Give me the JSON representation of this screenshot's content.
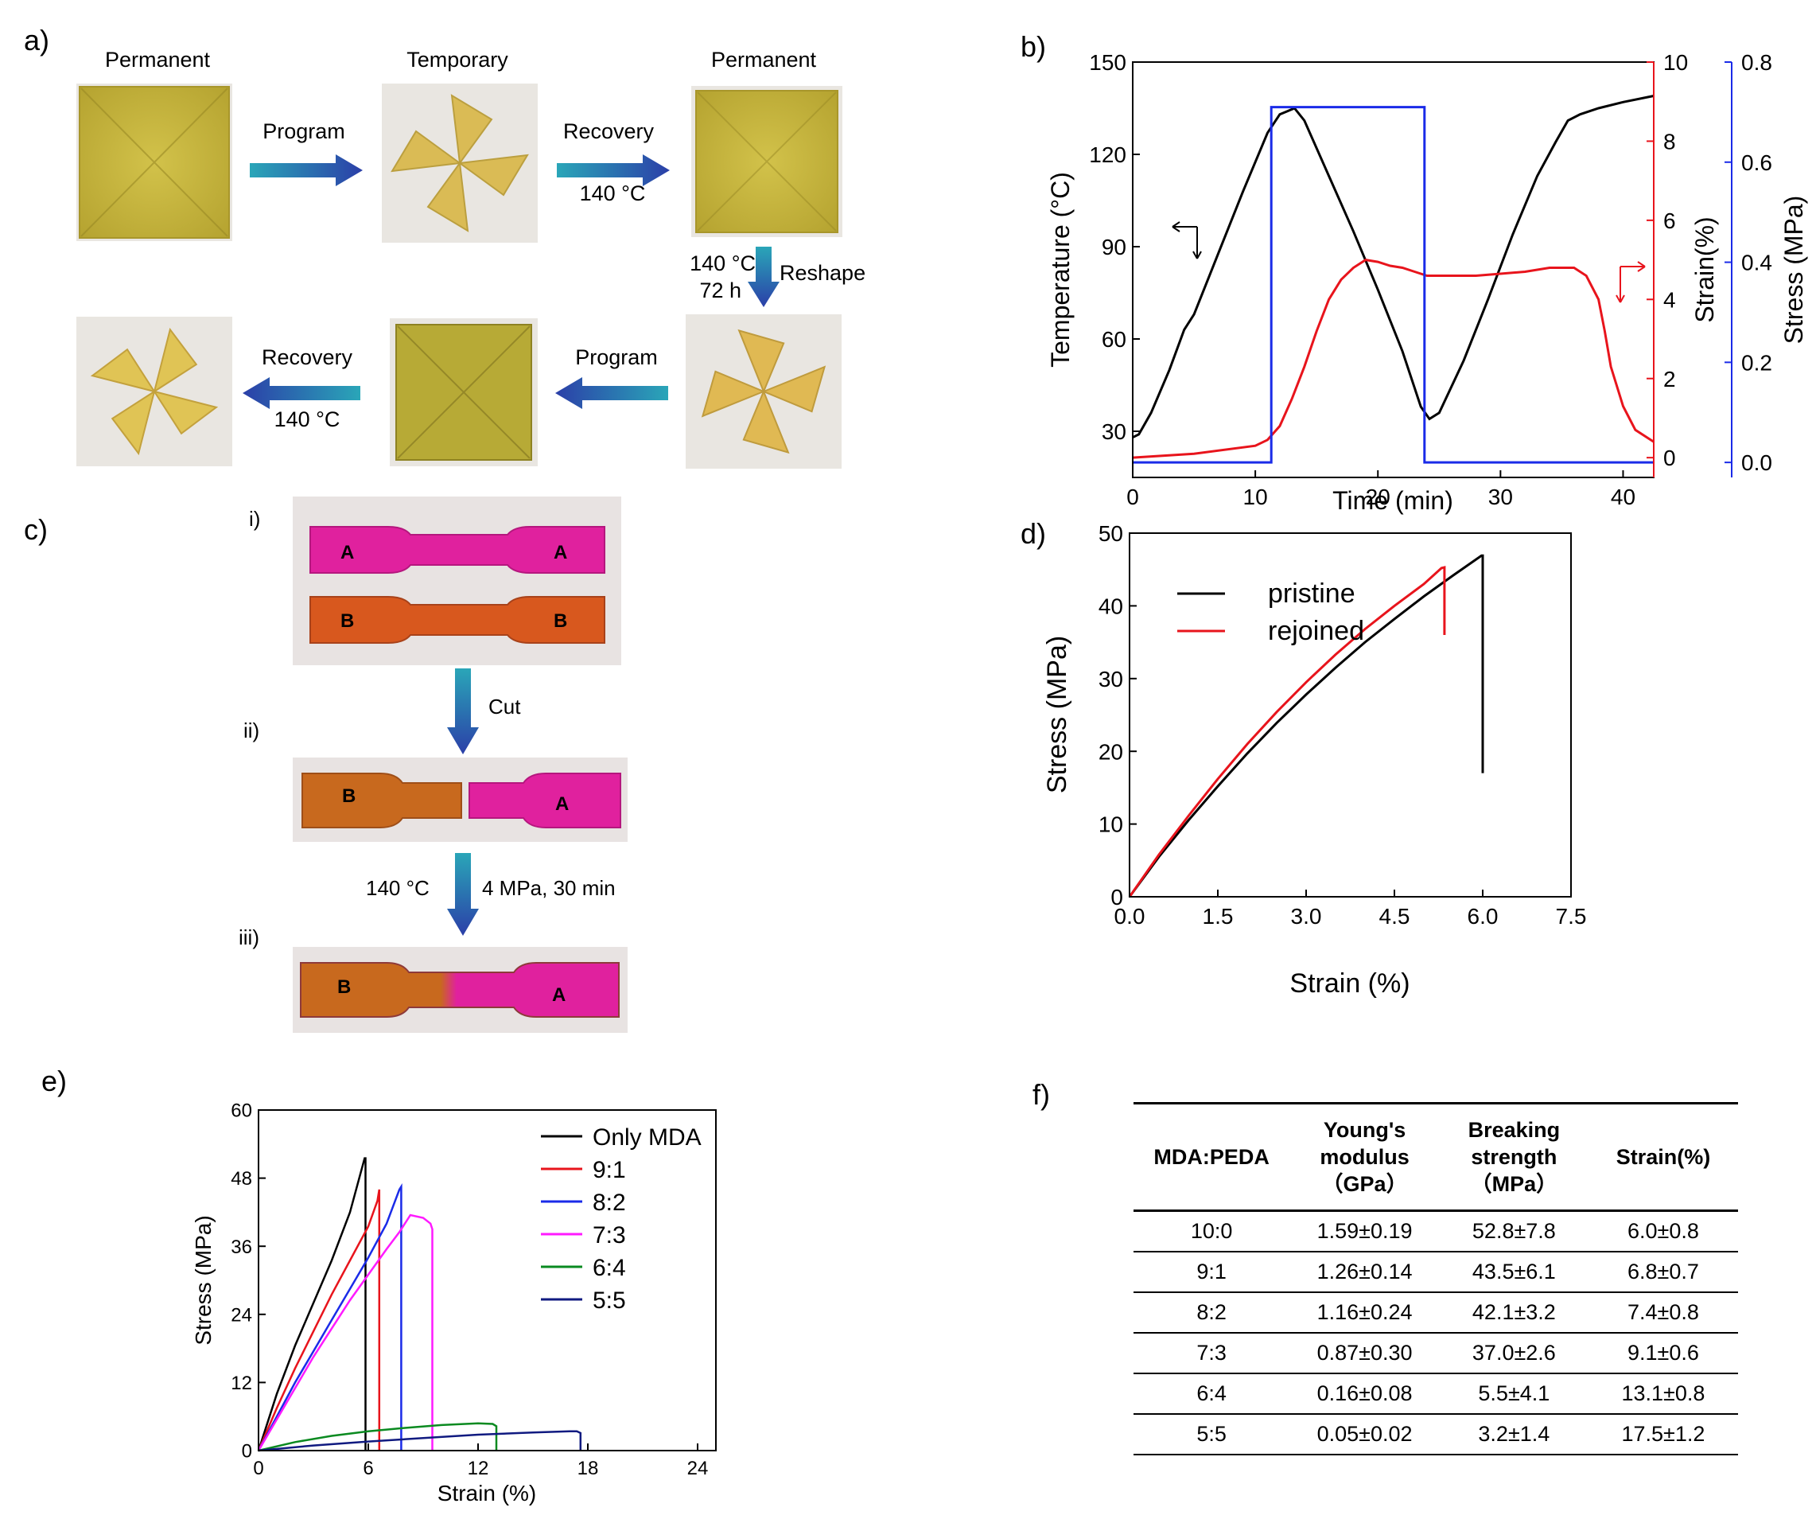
{
  "panels": {
    "a": "a)",
    "b": "b)",
    "c": "c)",
    "d": "d)",
    "e": "e)",
    "f": "f)"
  },
  "panel_a": {
    "top_labels": [
      "Permanent",
      "Temporary",
      "Permanent"
    ],
    "program_1": "Program",
    "recovery_1": "Recovery",
    "recovery_1_temp": "140 °C",
    "reshape_temp": "140 °C",
    "reshape_time": "72 h",
    "reshape_label": "Reshape",
    "program_2": "Program",
    "recovery_2": "Recovery",
    "recovery_2_temp": "140 °C"
  },
  "panel_c": {
    "step_i": "i)",
    "step_ii": "ii)",
    "step_iii": "iii)",
    "cut_label": "Cut",
    "heal_temp": "140 °C",
    "heal_cond": "4 MPa, 30 min",
    "marker_a": "A",
    "marker_b": "B"
  },
  "chart_data": [
    {
      "panel": "b",
      "type": "line",
      "xlabel": "Time (min)",
      "xlim": [
        0,
        42.5
      ],
      "xticks": [
        0,
        10,
        20,
        30,
        40
      ],
      "axes": [
        {
          "label": "Temperature (°C)",
          "lim": [
            15,
            150
          ],
          "ticks": [
            30,
            60,
            90,
            120,
            150
          ],
          "color": "#000000"
        },
        {
          "label": "Strain(%)",
          "lim": [
            -0.5,
            10
          ],
          "ticks": [
            0,
            2,
            4,
            6,
            8,
            10
          ],
          "color": "#e8141c"
        },
        {
          "label": "Stress (MPa)",
          "lim": [
            -0.03,
            0.8
          ],
          "ticks": [
            0.0,
            0.2,
            0.4,
            0.6,
            0.8
          ],
          "color": "#1a2be8"
        }
      ],
      "series": [
        {
          "axis": 0,
          "color": "#000000",
          "x": [
            0,
            0.5,
            1.5,
            3,
            4.2,
            5,
            7,
            9,
            11,
            12,
            12.6,
            13.2,
            14,
            16,
            18,
            20,
            22,
            23.5,
            24.2,
            25,
            27,
            29,
            31,
            33,
            34.5,
            35.5,
            36.5,
            38,
            40,
            42.5
          ],
          "y": [
            28,
            29,
            36,
            50,
            63,
            68,
            88,
            108,
            127,
            133,
            134,
            135,
            131,
            113,
            95,
            76,
            56,
            38,
            34,
            36,
            53,
            73,
            94,
            113,
            124,
            131,
            133,
            135,
            137,
            139
          ]
        },
        {
          "axis": 1,
          "color": "#e8141c",
          "x": [
            0,
            5,
            10,
            11,
            12,
            13,
            14,
            15,
            16,
            17,
            18,
            19,
            20,
            21,
            22,
            23,
            24,
            26,
            28,
            30,
            32,
            34,
            36,
            37,
            38,
            38.5,
            39,
            40,
            41,
            42.5
          ],
          "y": [
            0,
            0.1,
            0.3,
            0.45,
            0.8,
            1.5,
            2.3,
            3.2,
            4.0,
            4.5,
            4.8,
            5.0,
            4.95,
            4.85,
            4.8,
            4.7,
            4.6,
            4.6,
            4.6,
            4.65,
            4.7,
            4.8,
            4.8,
            4.6,
            4.0,
            3.2,
            2.3,
            1.3,
            0.7,
            0.4
          ]
        },
        {
          "axis": 2,
          "color": "#1a2be8",
          "x": [
            0,
            11.3,
            11.3,
            23.8,
            23.8,
            42.5
          ],
          "y": [
            0,
            0,
            0.71,
            0.71,
            0,
            0
          ]
        }
      ]
    },
    {
      "panel": "d",
      "type": "line",
      "xlabel": "Strain (%)",
      "ylabel": "Stress (MPa)",
      "xlim": [
        0,
        7.5
      ],
      "ylim": [
        0,
        50
      ],
      "xticks": [
        0.0,
        1.5,
        3.0,
        4.5,
        6.0,
        7.5
      ],
      "yticks": [
        0,
        10,
        20,
        30,
        40,
        50
      ],
      "legend": "top-left",
      "series": [
        {
          "name": "pristine",
          "color": "#000000",
          "x": [
            0,
            0.5,
            1,
            1.5,
            2,
            2.5,
            3,
            3.5,
            4,
            4.5,
            5,
            5.5,
            5.98,
            6.0,
            6.0,
            6.0
          ],
          "y": [
            0,
            5.5,
            10.5,
            15.2,
            19.7,
            23.9,
            27.8,
            31.5,
            35.0,
            38.2,
            41.3,
            44.2,
            46.9,
            46.9,
            34.5,
            17
          ]
        },
        {
          "name": "rejoined",
          "color": "#e8141c",
          "x": [
            0,
            0.5,
            1,
            1.5,
            2,
            2.5,
            3,
            3.5,
            4,
            4.5,
            5,
            5.3,
            5.35,
            5.35
          ],
          "y": [
            0,
            5.8,
            11.1,
            16.2,
            21.0,
            25.4,
            29.5,
            33.3,
            36.8,
            40.0,
            43.0,
            45.2,
            45.3,
            36
          ]
        }
      ]
    },
    {
      "panel": "e",
      "type": "line",
      "xlabel": "Strain (%)",
      "ylabel": "Stress (MPa)",
      "xlim": [
        0,
        25
      ],
      "ylim": [
        0,
        60
      ],
      "xticks": [
        0,
        6,
        12,
        18,
        24
      ],
      "yticks": [
        0,
        12,
        24,
        36,
        48,
        60
      ],
      "legend": "top-right",
      "series": [
        {
          "name": "Only MDA",
          "color": "#000000",
          "x": [
            0,
            1,
            2,
            3,
            4,
            5,
            5.8,
            5.85,
            5.85
          ],
          "y": [
            0,
            10,
            18.5,
            26,
            33.5,
            42,
            51.5,
            51.5,
            0
          ]
        },
        {
          "name": "9:1",
          "color": "#e8141c",
          "x": [
            0,
            1,
            2,
            3,
            4,
            5,
            6,
            6.5,
            6.6,
            6.6
          ],
          "y": [
            0,
            7.5,
            14.5,
            21,
            27.5,
            33.5,
            39.5,
            44,
            46,
            0
          ]
        },
        {
          "name": "8:2",
          "color": "#1a2be8",
          "x": [
            0,
            1,
            2,
            3,
            4,
            5,
            6,
            7,
            7.7,
            7.8,
            7.8
          ],
          "y": [
            0,
            6,
            12,
            17.5,
            23,
            28.5,
            34,
            40,
            46,
            46.5,
            0
          ]
        },
        {
          "name": "7:3",
          "color": "#ff1aff",
          "x": [
            0,
            1,
            2,
            3,
            4,
            5,
            6,
            7,
            7.7,
            8.3,
            9,
            9.4,
            9.5,
            9.5
          ],
          "y": [
            0,
            5.5,
            11,
            16.5,
            21.5,
            26.5,
            31,
            35.5,
            38.5,
            41.5,
            41,
            40,
            39,
            0
          ]
        },
        {
          "name": "6:4",
          "color": "#0a8a20",
          "x": [
            0,
            2,
            4,
            6,
            8,
            10,
            12,
            12.8,
            13,
            13
          ],
          "y": [
            0,
            1.5,
            2.6,
            3.4,
            4.0,
            4.5,
            4.8,
            4.7,
            4.3,
            0
          ]
        },
        {
          "name": "5:5",
          "color": "#101a80",
          "x": [
            0,
            3,
            6,
            9,
            12,
            15,
            17,
            17.4,
            17.6,
            17.6
          ],
          "y": [
            0,
            0.9,
            1.6,
            2.2,
            2.8,
            3.2,
            3.4,
            3.4,
            3.1,
            0
          ]
        }
      ]
    },
    {
      "panel": "f",
      "type": "table",
      "headers": [
        "MDA:PEDA",
        "Young's modulus （GPa）",
        "Breaking strength （MPa）",
        "Strain(%)"
      ],
      "rows": [
        [
          "10:0",
          "1.59±0.19",
          "52.8±7.8",
          "6.0±0.8"
        ],
        [
          "9:1",
          "1.26±0.14",
          "43.5±6.1",
          "6.8±0.7"
        ],
        [
          "8:2",
          "1.16±0.24",
          "42.1±3.2",
          "7.4±0.8"
        ],
        [
          "7:3",
          "0.87±0.30",
          "37.0±2.6",
          "9.1±0.6"
        ],
        [
          "6:4",
          "0.16±0.08",
          "5.5±4.1",
          "13.1±0.8"
        ],
        [
          "5:5",
          "0.05±0.02",
          "3.2±1.4",
          "17.5±1.2"
        ]
      ]
    }
  ],
  "table_f": {
    "header_1": "MDA:PEDA",
    "header_2_line1": "Young's",
    "header_2_line2": "modulus",
    "header_2_line3": "（GPa）",
    "header_3_line1": "Breaking",
    "header_3_line2": "strength",
    "header_3_line3": "（MPa）",
    "header_4": "Strain(%)"
  },
  "colors": {
    "yellow_film": "#c9b63a",
    "magenta": "#e0219e",
    "orange": "#d8581e",
    "arrow_start": "#2aa6b8",
    "arrow_end": "#2b3fa8"
  }
}
